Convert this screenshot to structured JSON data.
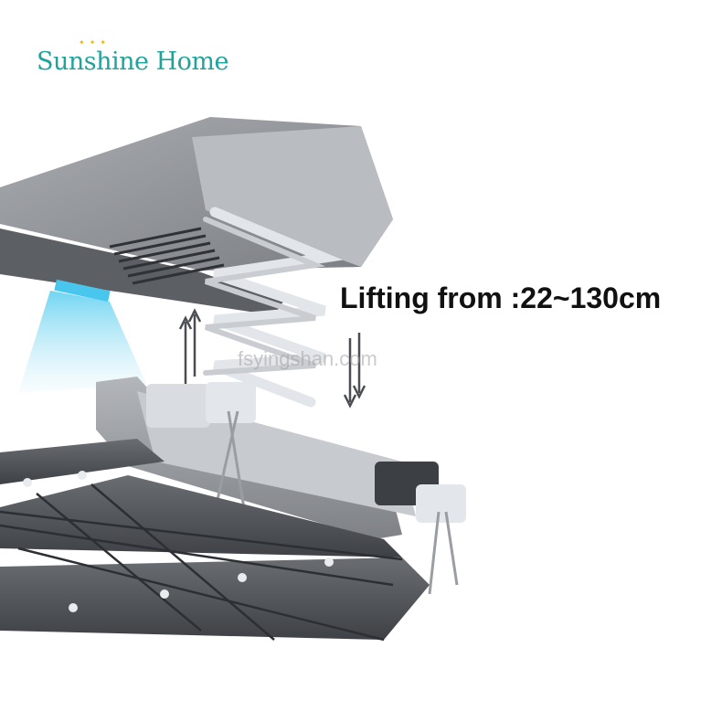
{
  "brand": {
    "name": "Sunshine Home"
  },
  "headline": "Lifting from :22~130cm",
  "watermark": "fsyingshan.com",
  "colors": {
    "brand_teal": "#1fa39b",
    "star_gold": "#f0b400",
    "housing_gray": "#8c8f94",
    "rail_dark": "#4b4e53",
    "scissor_white": "#e9ecef",
    "uv_light_blue": "#6fd3f0"
  }
}
